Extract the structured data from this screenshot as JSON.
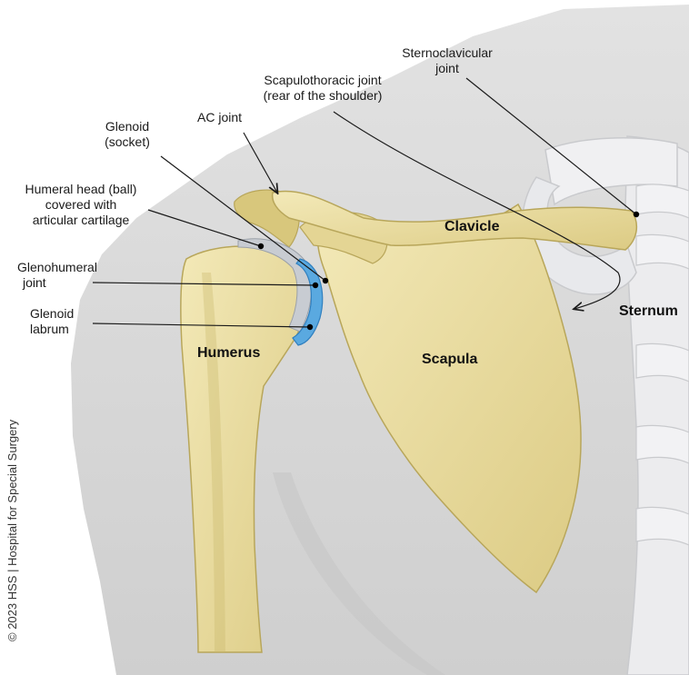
{
  "labels": {
    "sternoclavicular": [
      "Sternoclavicular",
      "joint"
    ],
    "scapulothoracic": [
      "Scapulothoracic joint",
      "(rear of the shoulder)"
    ],
    "ac_joint": [
      "AC joint"
    ],
    "glenoid": [
      "Glenoid",
      "(socket)"
    ],
    "humeral_head": [
      "Humeral head (ball)",
      "covered with",
      "articular cartilage"
    ],
    "glenohumeral": [
      "Glenohumeral",
      "joint"
    ],
    "glenoid_labrum": [
      "Glenoid",
      "labrum"
    ]
  },
  "bones": {
    "clavicle": "Clavicle",
    "sternum": "Sternum",
    "humerus": "Humerus",
    "scapula": "Scapula"
  },
  "credit": "© 2023 HSS | Hospital for Special Surgery",
  "colors": {
    "body_silhouette": "#d9d9d9",
    "bone": "#e9dca0",
    "bone_shadow": "#c9b86a",
    "cartilage": "#c8ccd2",
    "labrum": "#5aa9e0",
    "sternum_ribs": "#ecedef"
  }
}
